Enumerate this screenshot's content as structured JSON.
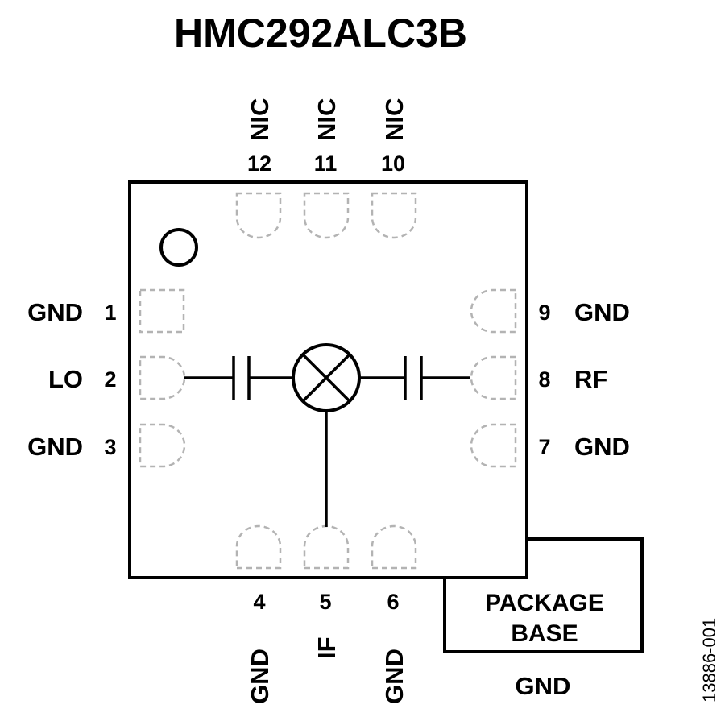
{
  "title": "HMC292ALC3B",
  "pins": {
    "left": [
      {
        "number": "1",
        "name": "GND"
      },
      {
        "number": "2",
        "name": "LO"
      },
      {
        "number": "3",
        "name": "GND"
      }
    ],
    "right": [
      {
        "number": "9",
        "name": "GND"
      },
      {
        "number": "8",
        "name": "RF"
      },
      {
        "number": "7",
        "name": "GND"
      }
    ],
    "top": [
      {
        "number": "12",
        "name": "NIC"
      },
      {
        "number": "11",
        "name": "NIC"
      },
      {
        "number": "10",
        "name": "NIC"
      }
    ],
    "bottom": [
      {
        "number": "4",
        "name": "GND"
      },
      {
        "number": "5",
        "name": "IF"
      },
      {
        "number": "6",
        "name": "GND"
      }
    ]
  },
  "package_base": {
    "line1": "PACKAGE",
    "line2": "BASE",
    "net": "GND"
  },
  "figure_id": "13886-001",
  "colors": {
    "line": "#000000",
    "pad_outline": "#b3b3b3"
  }
}
